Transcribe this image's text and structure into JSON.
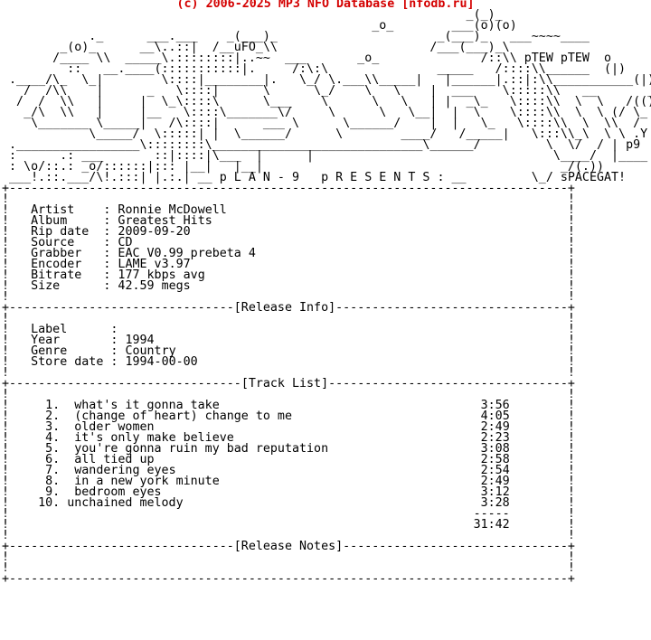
{
  "header": {
    "copyright": "(c) 2006-2025 MP3 NFO Database [nfodb.ru]",
    "link_color": "#d40000"
  },
  "ascii_art": "                                                                _(_)_\n                                                   _o_        ___(o)(o)\n            ._      ___.___    _(___)_                      _(___)_   ___~~~~____\n        _(o)_      __\\..::|  /__uFO_\\\\                     /___(___)_\\\n       /____ \\\\  _____\\.::::::::|..~~  ___       _o_              /::\\\\ pTEW pTEW  o\n         ::   __.____(:::::::::::|.     /:\\:\\               _____   /::::\\\\______  (|)\n .____/\\_  \\_|        \\::::|________|.   \\_/ \\.___\\\\_____|   |______|.::|:\\\\___________(|)\n   /  /\\\\    |      _   \\::::|      \\      \\_/    \\   \\    |  ___    \\:::::\\\\   __       _/\\\\_\n  /  /  \\\\   |     |  \\_\\::::\\      \\___    \\      \\   \\   | |  _\\_   \\::::\\\\  \\  \\   /(() * )\n   _/\\  \\\\   |     |__   \\::::\\_______\\/     \\      \\   \\__|  |  \\    \\::::\\\\  \\  \\ (/ \\_ )\n    \\_______ \\_____|   /\\::::|      ___ \\      \\______/    |  |   \\_   \\::::\\\\  \\  \\\\  /  \\_\n            \\_____/  \\:::::| |  \\______/      \\        ____/   /_____|   \\:::\\\\_\\  \\ \\ .Y   |\n ._________________\\::::::::\\_____________________________\\______/         \\  \\/  / | p9\n :      .: ___       ::|::::|\\___  |      |                                 \\____/  |____\n : \\o/::.: _o/::::::|::: |__|   |__|                                         _/(.))\n ___!.::.___/\\!.:::| |.:.| __ p L A N - 9   p R E S E N T S : __         \\_/ sPACEGAT!",
  "info": {
    "artist_label": "Artist    ",
    "artist": "Ronnie McDowell",
    "album_label": "Album     ",
    "album": "Greatest Hits",
    "rip_date_label": "Rip date  ",
    "rip_date": "2009-09-20",
    "source_label": "Source    ",
    "source": "CD",
    "grabber_label": "Grabber   ",
    "grabber": "EAC V0.99 prebeta 4",
    "encoder_label": "Encoder   ",
    "encoder": "LAME v3.97",
    "bitrate_label": "Bitrate   ",
    "bitrate": "177 kbps avg",
    "size_label": "Size      ",
    "size": "42.59 megs"
  },
  "sections": {
    "release_info": "[Release Info]",
    "track_list": "[Track List]",
    "release_notes": "[Release Notes]"
  },
  "release": {
    "label_label": "Label      ",
    "label": "",
    "year_label": "Year       ",
    "year": "1994",
    "genre_label": "Genre      ",
    "genre": "Country",
    "store_date_label": "Store date ",
    "store_date": "1994-00-00"
  },
  "tracks": [
    {
      "num": "1.",
      "title": "what's it gonna take",
      "time": "3:56"
    },
    {
      "num": "2.",
      "title": "(change of heart) change to me",
      "time": "4:05"
    },
    {
      "num": "3.",
      "title": "older women",
      "time": "2:49"
    },
    {
      "num": "4.",
      "title": "it's only make believe",
      "time": "2:23"
    },
    {
      "num": "5.",
      "title": "you're gonna ruin my bad reputation",
      "time": "3:08"
    },
    {
      "num": "6.",
      "title": "all tied up",
      "time": "2:58"
    },
    {
      "num": "7.",
      "title": "wandering eyes",
      "time": "2:54"
    },
    {
      "num": "8.",
      "title": "in a new york minute",
      "time": "2:49"
    },
    {
      "num": "9.",
      "title": "bedroom eyes",
      "time": "3:12"
    },
    {
      "num": "10.",
      "title": "unchained melody",
      "time": "3:28"
    }
  ],
  "total": {
    "separator": "-----",
    "time": "31:42"
  }
}
